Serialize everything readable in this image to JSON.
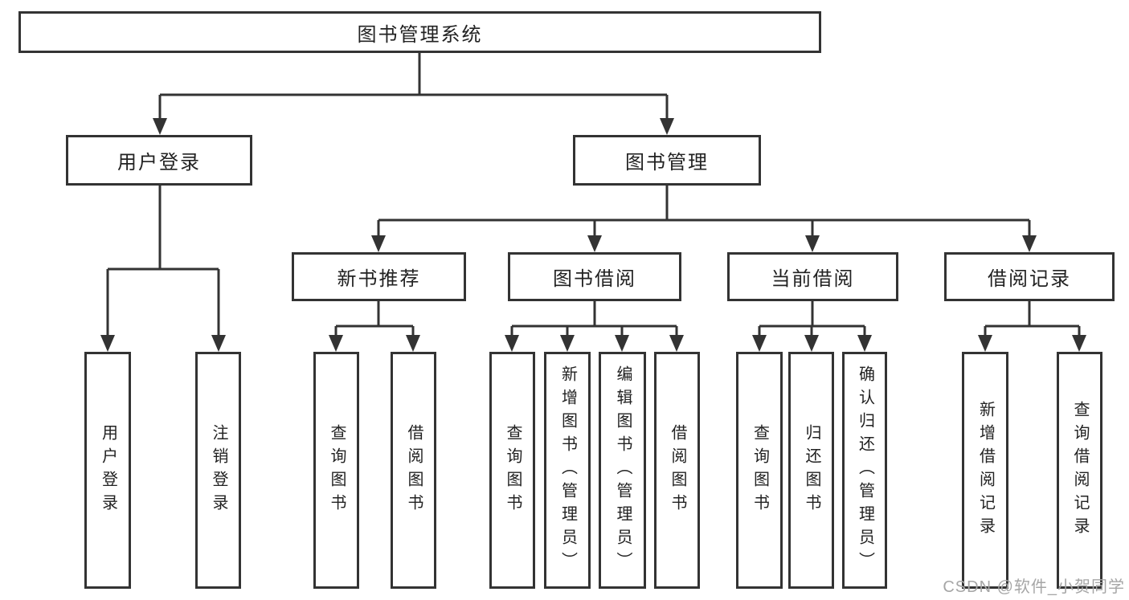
{
  "style": {
    "background": "#ffffff",
    "line_color": "#333333",
    "box_border_color": "#333333",
    "text_color": "#222222",
    "watermark_color": "#a6a6a6"
  },
  "watermark": {
    "text": "CSDN @软件_小贺同学"
  },
  "tree": {
    "root": {
      "label": "图书管理系统"
    },
    "branches": [
      {
        "label": "用户登录",
        "children": [
          {
            "label": "用户登录"
          },
          {
            "label": "注销登录"
          }
        ]
      },
      {
        "label": "图书管理",
        "children": [
          {
            "label": "新书推荐",
            "children": [
              {
                "label": "查询图书"
              },
              {
                "label": "借阅图书"
              }
            ]
          },
          {
            "label": "图书借阅",
            "children": [
              {
                "label": "查询图书"
              },
              {
                "label": "新增图书（管理员）"
              },
              {
                "label": "编辑图书（管理员）"
              },
              {
                "label": "借阅图书"
              }
            ]
          },
          {
            "label": "当前借阅",
            "children": [
              {
                "label": "查询图书"
              },
              {
                "label": "归还图书"
              },
              {
                "label": "确认归还（管理员）"
              }
            ]
          },
          {
            "label": "借阅记录",
            "children": [
              {
                "label": "新增借阅记录"
              },
              {
                "label": "查询借阅记录"
              }
            ]
          }
        ]
      }
    ]
  }
}
